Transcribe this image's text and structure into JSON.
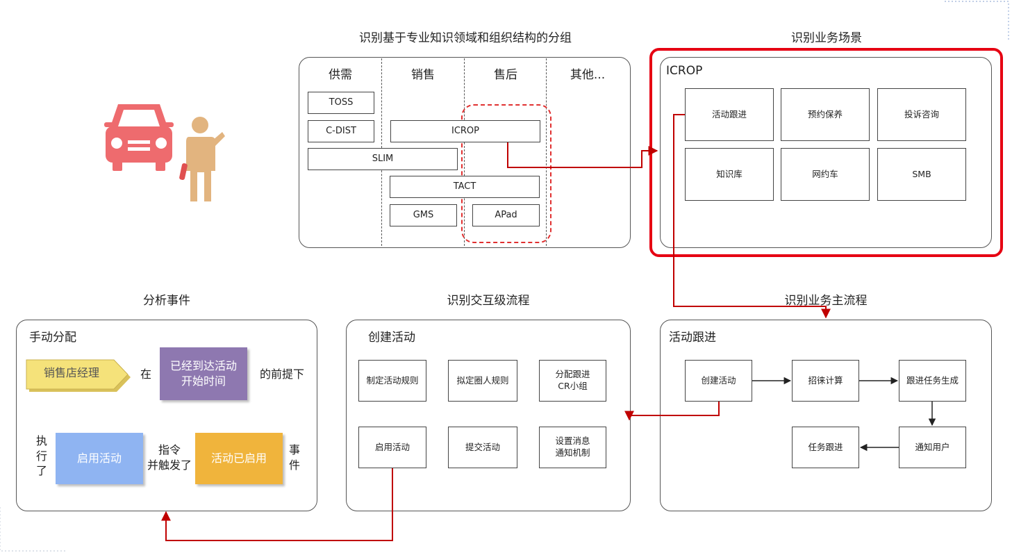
{
  "titles": {
    "grouping": "识别基于专业知识领域和组织结构的分组",
    "scenarios": "识别业务场景",
    "events": "分析事件",
    "interaction": "识别交互级流程",
    "main_flow": "识别业务主流程"
  },
  "grouping": {
    "columns": [
      "供需",
      "销售",
      "售后",
      "其他..."
    ],
    "systems": {
      "toss": "TOSS",
      "cdist": "C-DIST",
      "icrop": "ICROP",
      "slim": "SLIM",
      "tact": "TACT",
      "gms": "GMS",
      "apad": "APad"
    }
  },
  "scenarios": {
    "label": "ICROP",
    "items": [
      "活动跟进",
      "预约保养",
      "投诉咨询",
      "知识库",
      "网约车",
      "SMB"
    ]
  },
  "events": {
    "label": "手动分配",
    "role": "销售店经理",
    "in": "在",
    "condition": "已经到达活动\n开始时间",
    "premise": "的前提下",
    "executed": "执\n行\n了",
    "command": "启用活动",
    "triggered": "指令\n并触发了",
    "event": "活动已启用",
    "event_word": "事\n件",
    "colors": {
      "role": "#f5e27a",
      "condition": "#8e78b0",
      "command": "#8fb4f2",
      "event": "#f0b43c"
    }
  },
  "interaction": {
    "label": "创建活动",
    "items": [
      "制定活动规则",
      "拟定圈人规则",
      "分配跟进\nCR小组",
      "启用活动",
      "提交活动",
      "设置消息\n通知机制"
    ]
  },
  "main_flow": {
    "label": "活动跟进",
    "steps": {
      "create": "创建活动",
      "calc": "招徕计算",
      "gen": "跟进任务生成",
      "notify": "通知用户",
      "follow": "任务跟进"
    }
  },
  "colors": {
    "highlight": "#e60012",
    "connector": "#c00000",
    "car": "#ee6b6e",
    "person": "#e2b47f"
  }
}
